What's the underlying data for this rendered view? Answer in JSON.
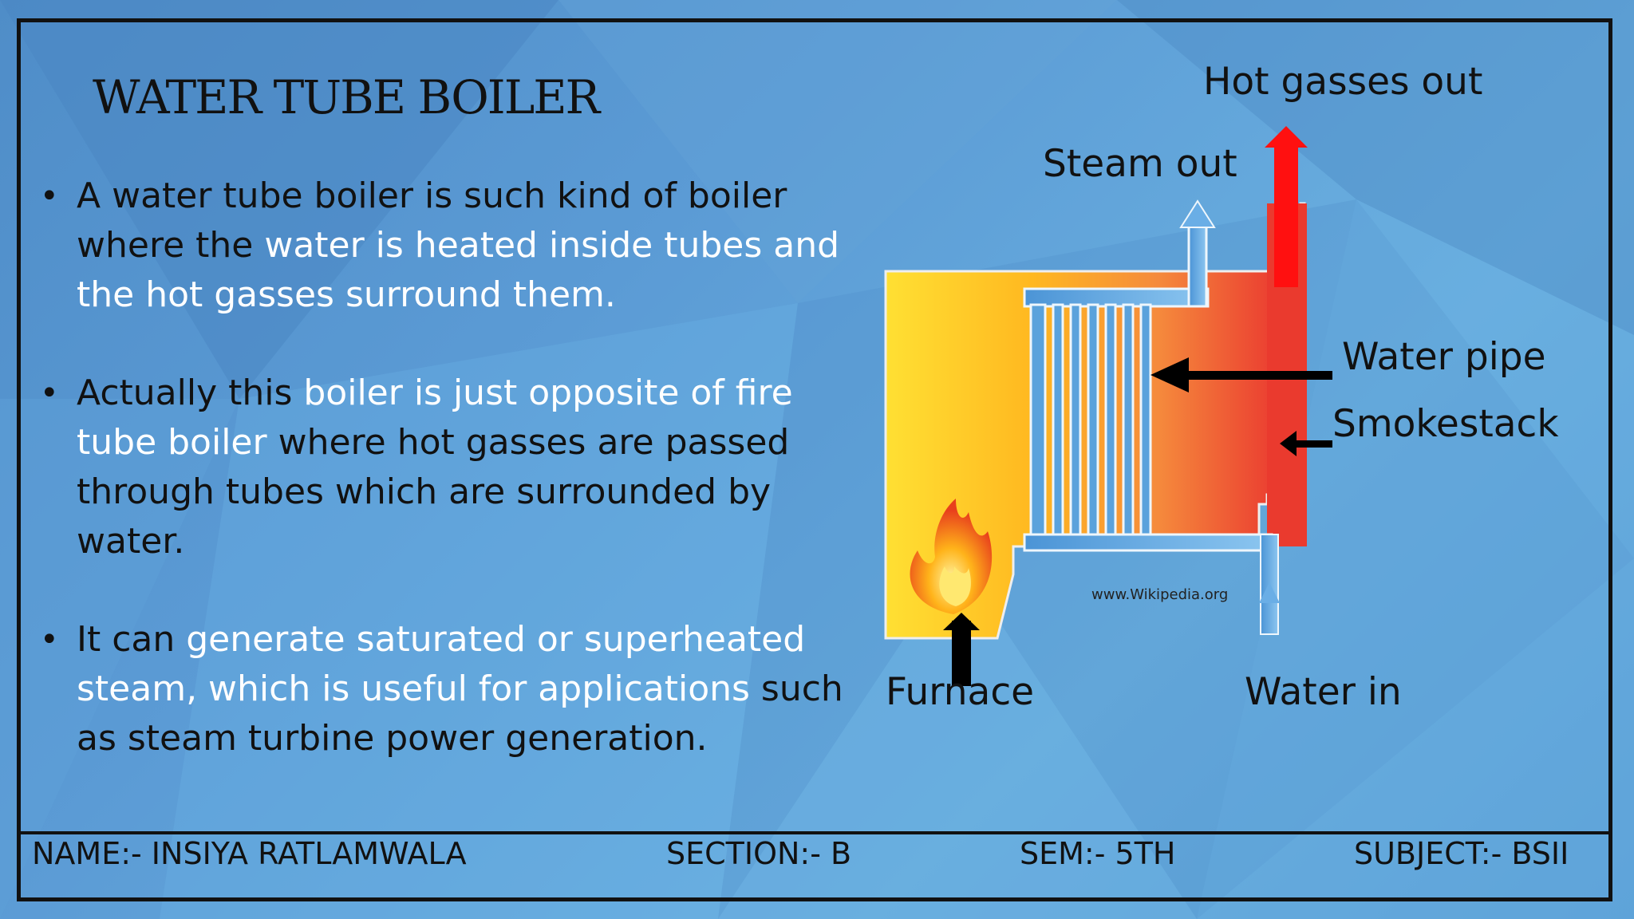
{
  "title": "WATER TUBE BOILER",
  "bullets": [
    {
      "segments": [
        {
          "text": "A water tube boiler is such kind of boiler where the ",
          "highlight": false
        },
        {
          "text": "water is heated inside tubes and the hot gasses surround them.",
          "highlight": true
        }
      ]
    },
    {
      "segments": [
        {
          "text": "Actually this ",
          "highlight": false
        },
        {
          "text": "boiler is just opposite of fire tube boiler",
          "highlight": true
        },
        {
          "text": " where hot gasses are passed through tubes which are surrounded by water.",
          "highlight": false
        }
      ]
    },
    {
      "segments": [
        {
          "text": "It can ",
          "highlight": false
        },
        {
          "text": "generate saturated or superheated steam, which is useful for applications",
          "highlight": true
        },
        {
          "text": " such as steam turbine power generation.",
          "highlight": false
        }
      ]
    }
  ],
  "diagram": {
    "labels": {
      "hot_gasses_out": "Hot gasses out",
      "steam_out": "Steam out",
      "water_pipe": "Water pipe",
      "smokestack": "Smokestack",
      "furnace": "Furnace",
      "water_in": "Water in"
    },
    "credit": "www.Wikipedia.org"
  },
  "footer": {
    "name": "NAME:- INSIYA RATLAMWALA",
    "section": "SECTION:- B",
    "sem": "SEM:- 5TH",
    "subject": "SUBJECT:- BSII"
  },
  "colors": {
    "background": "#5b9bd5",
    "highlight_text": "#ffffff",
    "flame_red": "#e8232a",
    "furnace_yellow": "#ffd21f",
    "pipe_blue": "#5aa2dc"
  }
}
